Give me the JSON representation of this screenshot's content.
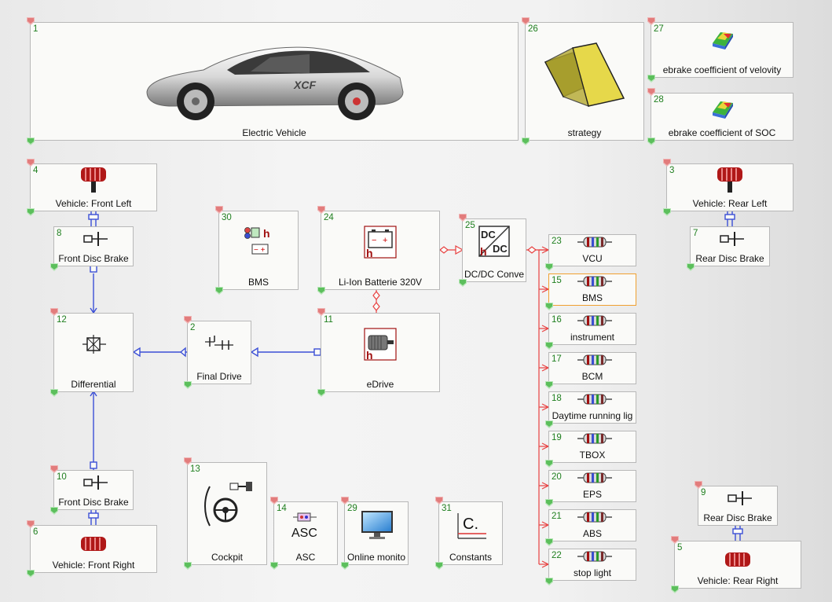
{
  "colors": {
    "mechanical_link": "#3b4fd6",
    "electrical_link": "#e84040",
    "selected_border": "#f0a030",
    "number_text": "#1f7f1f"
  },
  "blocks": {
    "b1": {
      "num": "1",
      "label": "Electric Vehicle",
      "icon": "electric-car-image"
    },
    "b26": {
      "num": "26",
      "label": "strategy",
      "icon": "strategy-shapes-icon"
    },
    "b27": {
      "num": "27",
      "label": "ebrake coefficient of velovity",
      "icon": "3d-map-icon"
    },
    "b28": {
      "num": "28",
      "label": "ebrake coefficient of SOC",
      "icon": "3d-map-icon"
    },
    "b4": {
      "num": "4",
      "label": "Vehicle: Front Left",
      "icon": "wheel-icon"
    },
    "b8": {
      "num": "8",
      "label": "Front Disc Brake",
      "icon": "disc-brake-icon"
    },
    "b3": {
      "num": "3",
      "label": "Vehicle: Rear Left",
      "icon": "wheel-icon"
    },
    "b7": {
      "num": "7",
      "label": "Rear Disc Brake",
      "icon": "disc-brake-icon"
    },
    "b30": {
      "num": "30",
      "label": "BMS",
      "icon": "bms-icon"
    },
    "b24": {
      "num": "24",
      "label": "Li-Ion Batterie 320V",
      "icon": "battery-icon"
    },
    "b25": {
      "num": "25",
      "label": "DC/DC Conve",
      "icon": "dcdc-converter-icon"
    },
    "b12": {
      "num": "12",
      "label": "Differential",
      "icon": "differential-icon"
    },
    "b2": {
      "num": "2",
      "label": "Final Drive",
      "icon": "gear-train-icon"
    },
    "b11": {
      "num": "11",
      "label": "eDrive",
      "icon": "electric-motor-icon"
    },
    "b10": {
      "num": "10",
      "label": "Front Disc Brake",
      "icon": "disc-brake-icon"
    },
    "b6": {
      "num": "6",
      "label": "Vehicle: Front Right",
      "icon": "wheel-icon"
    },
    "b13": {
      "num": "13",
      "label": "Cockpit",
      "icon": "steering-wheel-icon"
    },
    "b14": {
      "num": "14",
      "label": "ASC",
      "icon": "asc-icon",
      "icon_text": "ASC"
    },
    "b29": {
      "num": "29",
      "label": "Online monito",
      "icon": "monitor-icon"
    },
    "b31": {
      "num": "31",
      "label": "Constants",
      "icon": "constants-icon",
      "icon_text": "C."
    },
    "b9": {
      "num": "9",
      "label": "Rear Disc Brake",
      "icon": "disc-brake-icon"
    },
    "b5": {
      "num": "5",
      "label": "Vehicle: Rear Right",
      "icon": "wheel-icon"
    },
    "b23": {
      "num": "23",
      "label": "VCU",
      "icon": "resistor-icon"
    },
    "b15": {
      "num": "15",
      "label": "BMS",
      "icon": "resistor-icon",
      "selected": true
    },
    "b16": {
      "num": "16",
      "label": "instrument",
      "icon": "resistor-icon"
    },
    "b17": {
      "num": "17",
      "label": "BCM",
      "icon": "resistor-icon"
    },
    "b18": {
      "num": "18",
      "label": "Daytime running lig",
      "icon": "resistor-icon"
    },
    "b19": {
      "num": "19",
      "label": "TBOX",
      "icon": "resistor-icon"
    },
    "b20": {
      "num": "20",
      "label": "EPS",
      "icon": "resistor-icon"
    },
    "b21": {
      "num": "21",
      "label": "ABS",
      "icon": "resistor-icon"
    },
    "b22": {
      "num": "22",
      "label": "stop light",
      "icon": "resistor-icon"
    }
  }
}
